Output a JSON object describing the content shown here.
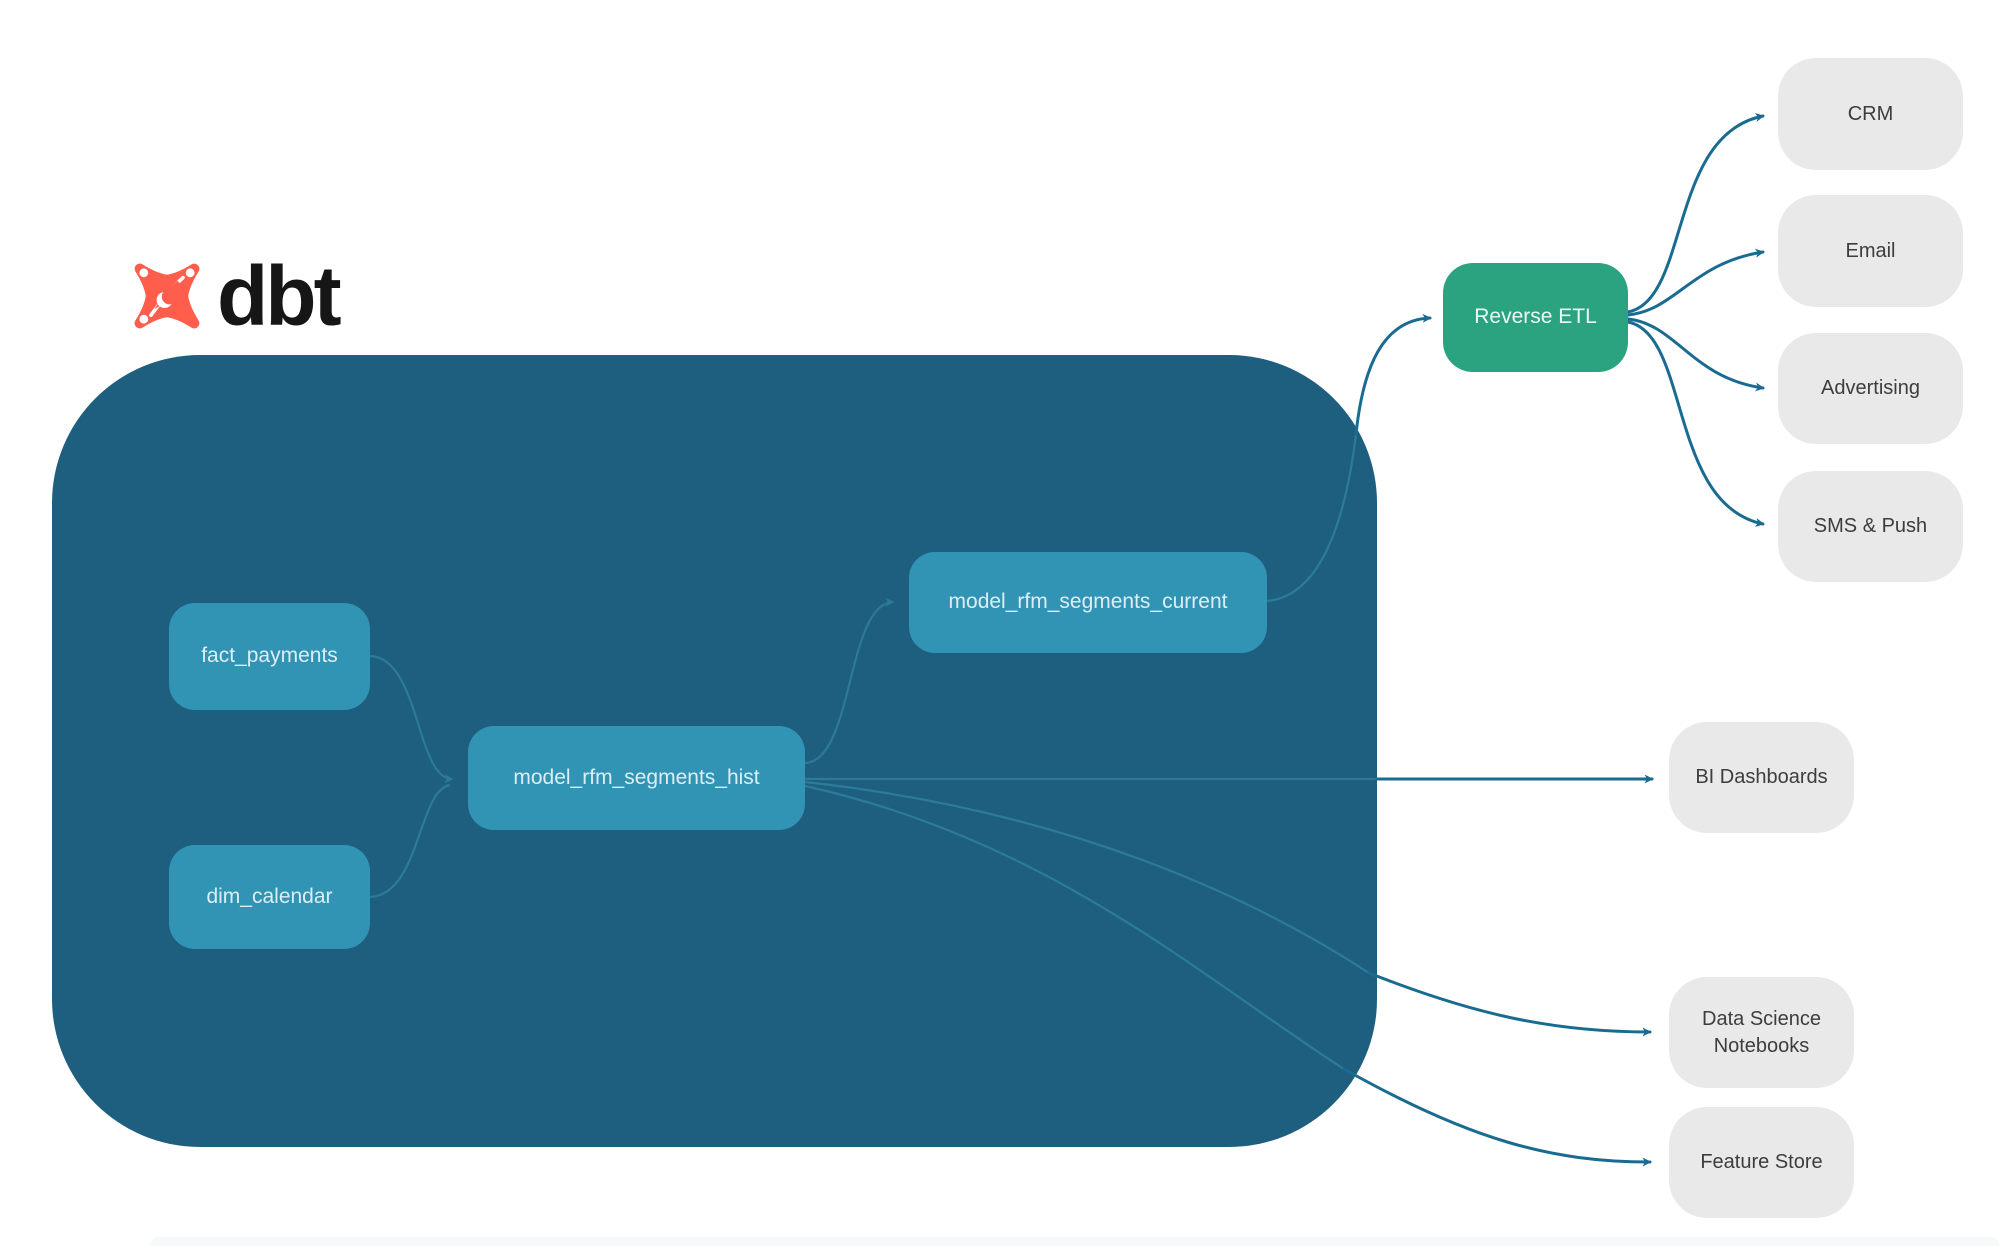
{
  "palette": {
    "bg": "#ffffff",
    "container": "#1e5e7e",
    "node-teal": "#3194b5",
    "node-teal-text": "#dceef5",
    "green": "#2ba381",
    "green-text": "#eafaf4",
    "gray-node": "#e9e9e9",
    "gray-text": "#3d3d3d",
    "edge-dark": "#1a6b91",
    "edge-inner": "#2e7e9d",
    "logo-orange": "#ff5e4d",
    "logo-text": "#161616"
  },
  "logo": {
    "brand_text": "dbt",
    "icon": "dbt-fox-star-icon"
  },
  "diagram": {
    "warehouse_group": {
      "nodes": {
        "fact_payments": {
          "label": "fact_payments"
        },
        "dim_calendar": {
          "label": "dim_calendar"
        },
        "hist": {
          "label": "model_rfm_segments_hist"
        },
        "current": {
          "label": "model_rfm_segments_current"
        }
      }
    },
    "reverse_etl": {
      "label": "Reverse ETL"
    },
    "activation_destinations": {
      "crm": {
        "label": "CRM"
      },
      "email": {
        "label": "Email"
      },
      "advertising": {
        "label": "Advertising"
      },
      "sms_push": {
        "label": "SMS & Push"
      }
    },
    "analytics_outputs": {
      "bi_dashboards": {
        "label": "BI Dashboards"
      },
      "ds_notebooks": {
        "label": "Data Science Notebooks"
      },
      "feature_store": {
        "label": "Feature Store"
      }
    },
    "edges": [
      {
        "from": "fact_payments",
        "to": "model_rfm_segments_hist"
      },
      {
        "from": "dim_calendar",
        "to": "model_rfm_segments_hist"
      },
      {
        "from": "model_rfm_segments_hist",
        "to": "model_rfm_segments_current"
      },
      {
        "from": "model_rfm_segments_current",
        "to": "Reverse ETL"
      },
      {
        "from": "Reverse ETL",
        "to": "CRM"
      },
      {
        "from": "Reverse ETL",
        "to": "Email"
      },
      {
        "from": "Reverse ETL",
        "to": "Advertising"
      },
      {
        "from": "Reverse ETL",
        "to": "SMS & Push"
      },
      {
        "from": "model_rfm_segments_hist",
        "to": "BI Dashboards"
      },
      {
        "from": "model_rfm_segments_hist",
        "to": "Data Science Notebooks"
      },
      {
        "from": "model_rfm_segments_hist",
        "to": "Feature Store"
      }
    ]
  }
}
